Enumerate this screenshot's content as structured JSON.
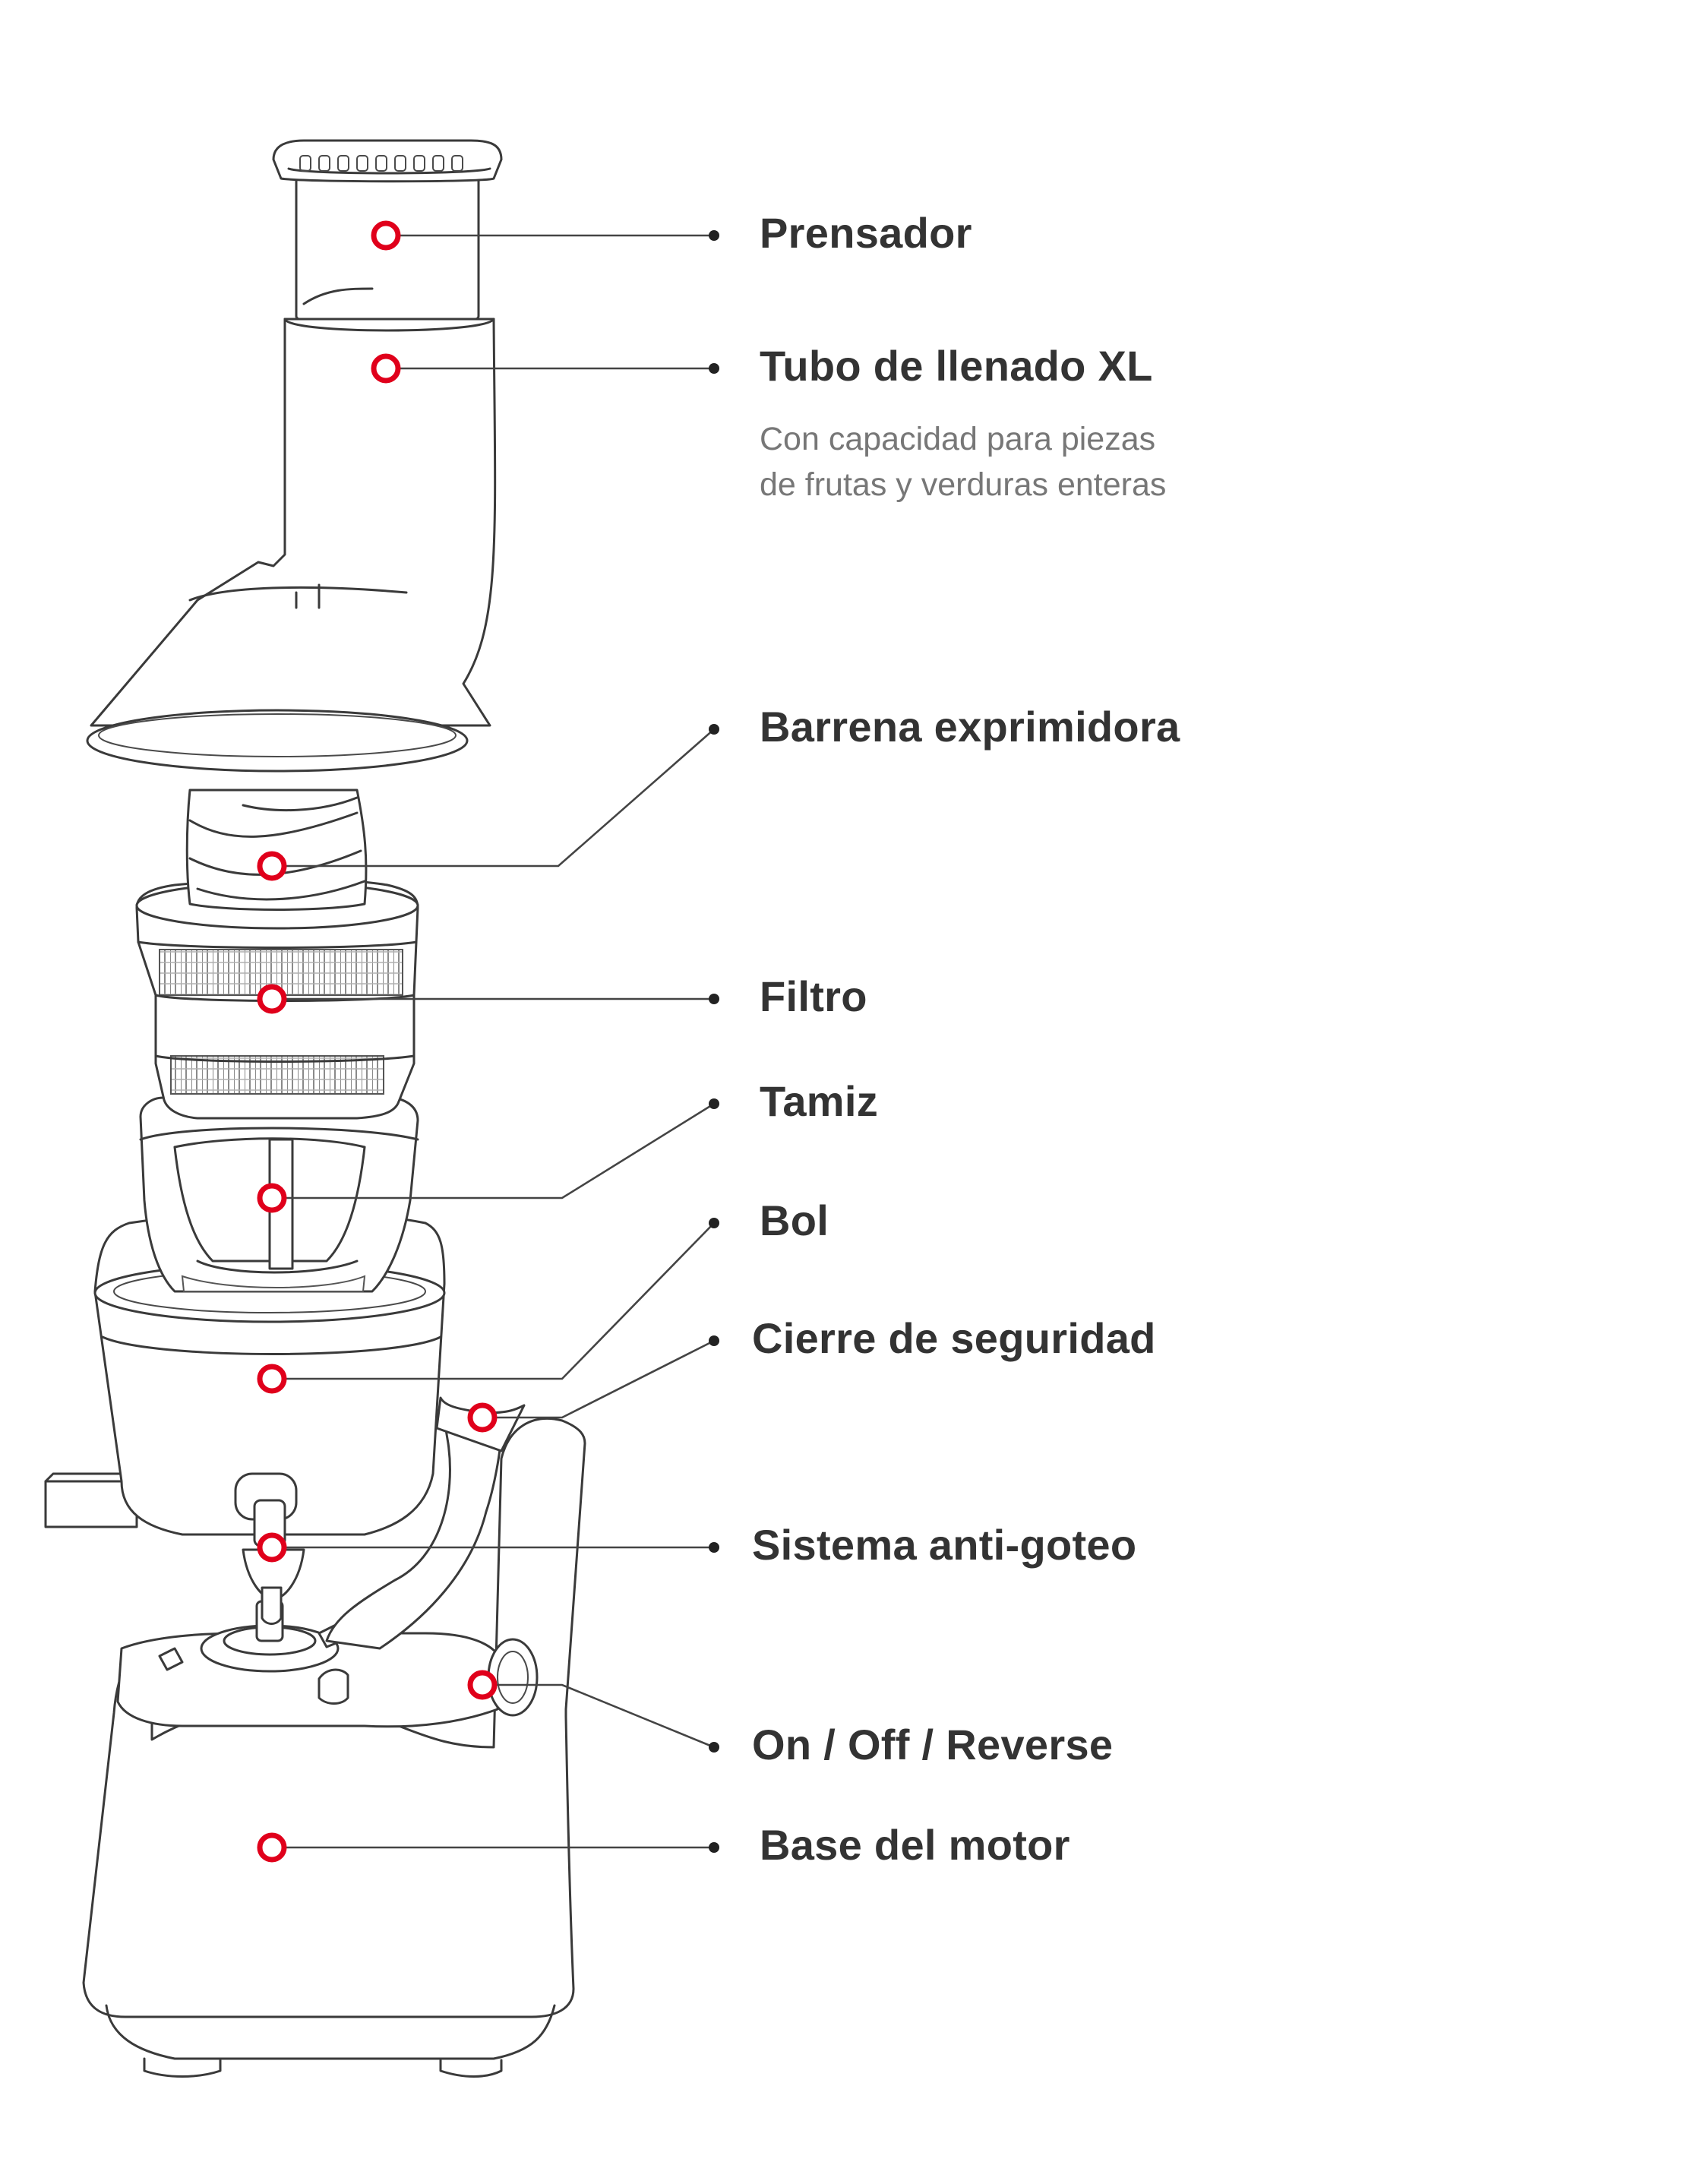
{
  "colors": {
    "hotspot": "#e0001b",
    "label": "#333333",
    "sublabel": "#777777",
    "line": "#3a3a3a"
  },
  "icons": {
    "hotspot": "hotspot-ring-icon",
    "leader_end": "leader-dot-icon"
  },
  "parts": [
    {
      "id": "prensador",
      "label": "Prensador"
    },
    {
      "id": "tubo",
      "label": "Tubo de llenado XL",
      "description_lines": [
        "Con capacidad para piezas",
        "de frutas y verduras enteras"
      ]
    },
    {
      "id": "barrena",
      "label": "Barrena exprimidora"
    },
    {
      "id": "filtro",
      "label": "Filtro"
    },
    {
      "id": "tamiz",
      "label": "Tamiz"
    },
    {
      "id": "bol",
      "label": "Bol"
    },
    {
      "id": "cierre",
      "label": "Cierre de seguridad"
    },
    {
      "id": "antigoteo",
      "label": "Sistema anti-goteo"
    },
    {
      "id": "onoff",
      "label": "On / Off / Reverse"
    },
    {
      "id": "base",
      "label": "Base del motor"
    }
  ]
}
